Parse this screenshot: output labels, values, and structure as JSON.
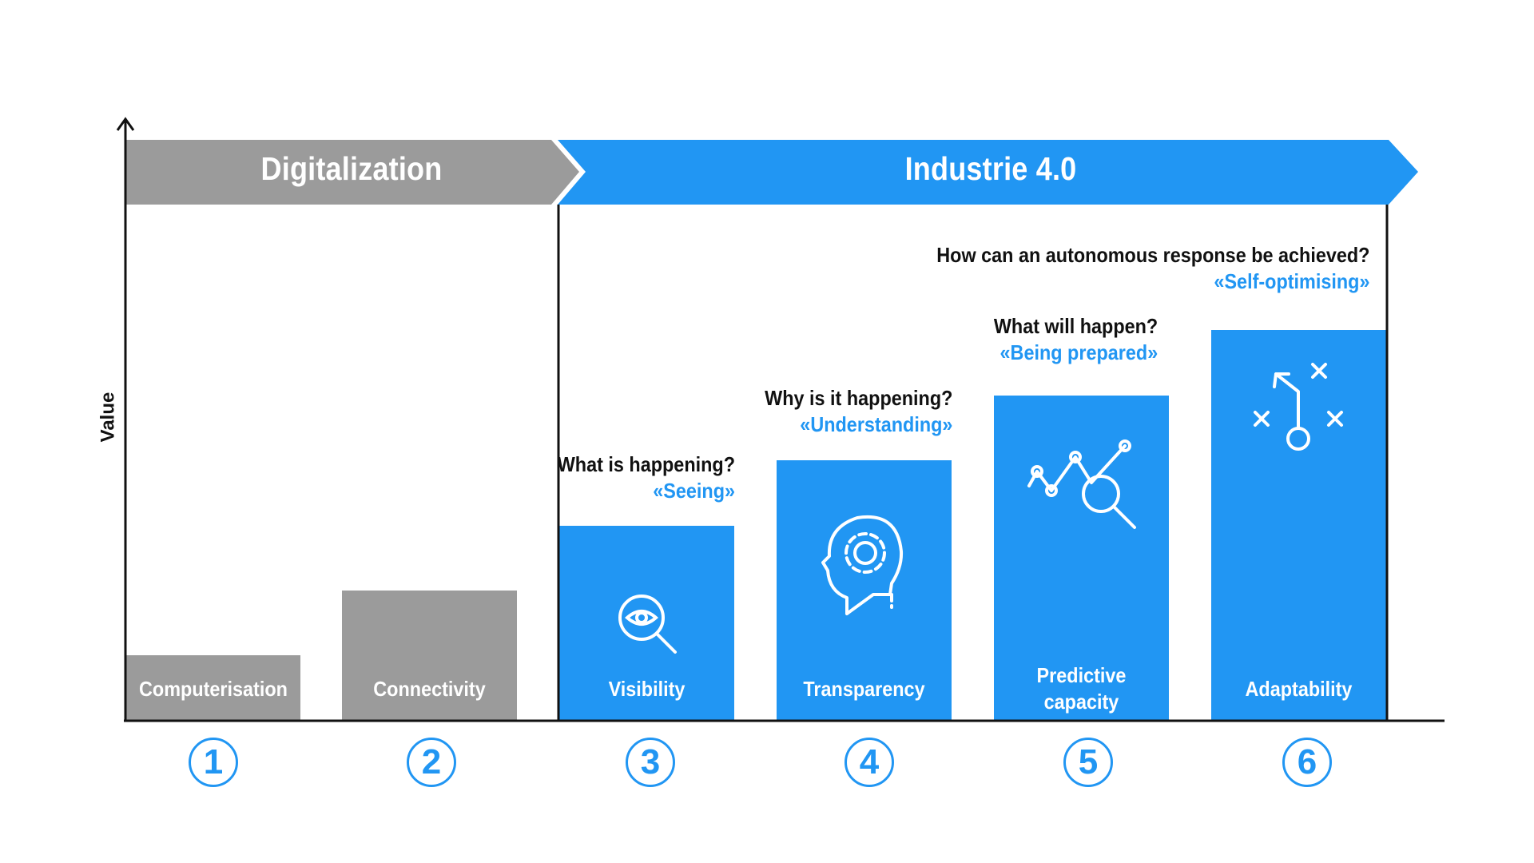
{
  "axis": {
    "y_label": "Value"
  },
  "banners": {
    "digitalization": "Digitalization",
    "industrie": "Industrie 4.0"
  },
  "stages": [
    {
      "number": "1",
      "label": "Computerisation",
      "group": "digitalization",
      "icon": ""
    },
    {
      "number": "2",
      "label": "Connectivity",
      "group": "digitalization",
      "icon": ""
    },
    {
      "number": "3",
      "label": "Visibility",
      "group": "industrie",
      "question": "What is happening?",
      "answer": "«Seeing»",
      "icon": "eye-magnifier-icon"
    },
    {
      "number": "4",
      "label": "Transparency",
      "group": "industrie",
      "question": "Why is it happening?",
      "answer": "«Understanding»",
      "icon": "head-gear-icon"
    },
    {
      "number": "5",
      "label_line1": "Predictive",
      "label_line2": "capacity",
      "group": "industrie",
      "question": "What will happen?",
      "answer": "«Being prepared»",
      "icon": "chart-magnifier-icon"
    },
    {
      "number": "6",
      "label": "Adaptability",
      "group": "industrie",
      "question": "How can an autonomous response be achieved?",
      "answer": "«Self-optimising»",
      "icon": "strategy-play-icon"
    }
  ],
  "colors": {
    "gray": "#9b9b9b",
    "blue": "#2196f3",
    "text": "#111111"
  }
}
